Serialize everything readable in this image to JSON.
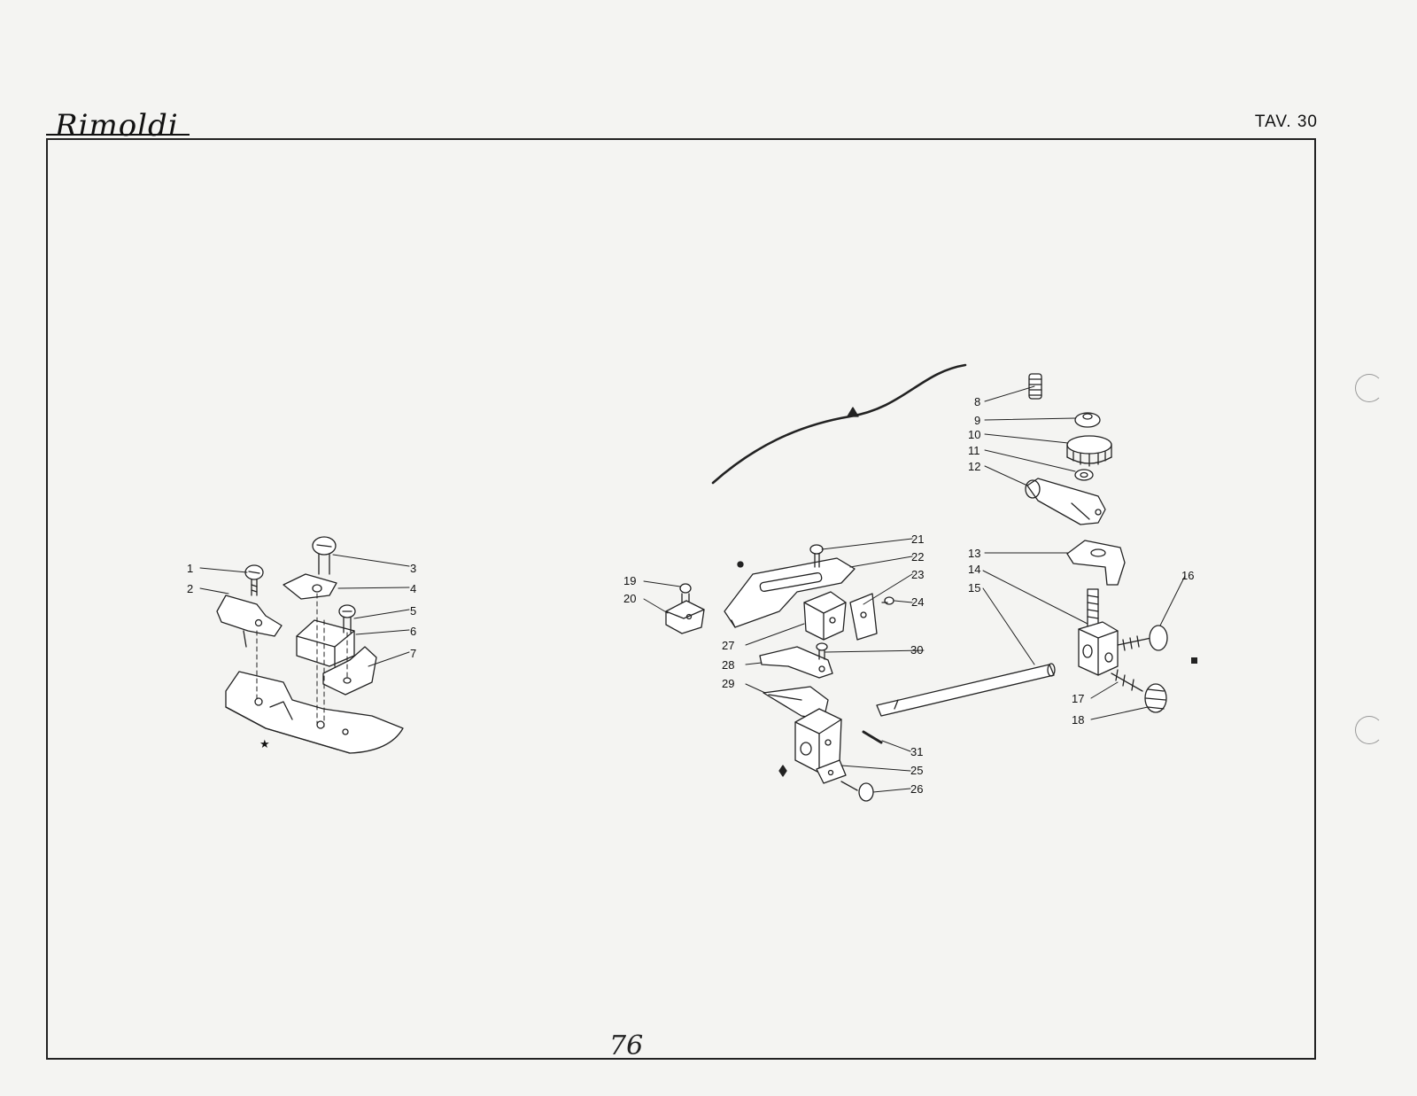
{
  "header": {
    "brand": "Rimoldi",
    "plate": "TAV. 30"
  },
  "footer": {
    "page_number": "76"
  },
  "callouts": [
    "1",
    "2",
    "3",
    "4",
    "5",
    "6",
    "7",
    "8",
    "9",
    "10",
    "11",
    "12",
    "13",
    "14",
    "15",
    "16",
    "17",
    "18",
    "19",
    "20",
    "21",
    "22",
    "23",
    "24",
    "25",
    "26",
    "27",
    "28",
    "29",
    "30",
    "31"
  ]
}
